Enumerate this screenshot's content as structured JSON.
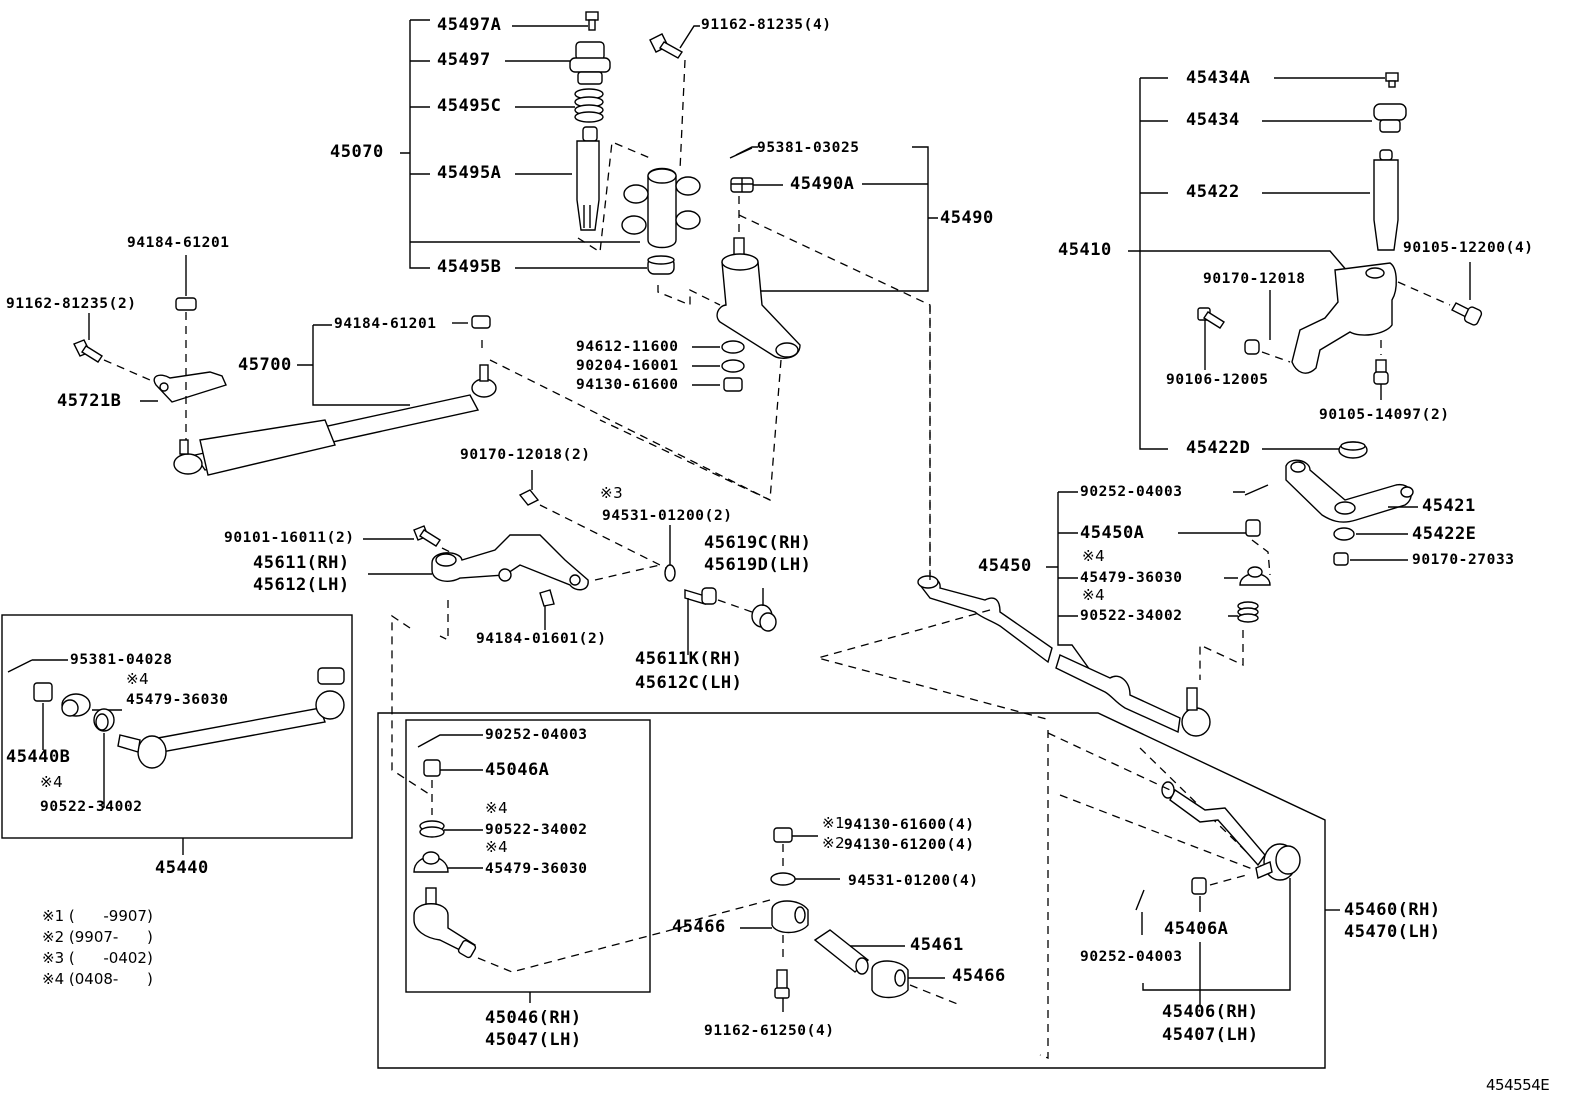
{
  "figure_code": "454554E",
  "groups": {
    "g45070": {
      "number": "45070",
      "children": [
        "45497A",
        "45497",
        "45495C",
        "45495A",
        "45495B"
      ]
    },
    "g45490": {
      "number": "45490",
      "children": [
        "95381-03025",
        "45490A"
      ]
    },
    "g45410": {
      "number": "45410",
      "children": [
        "45434A",
        "45434",
        "45422",
        "45422D"
      ]
    },
    "g45700": {
      "number": "45700",
      "children": [
        "94184-61201"
      ]
    },
    "g45450": {
      "number": "45450",
      "children": [
        "90252-04003",
        "45450A",
        "45479-36030",
        "90522-34002"
      ]
    },
    "g45440": {
      "number": "45440"
    },
    "g45046": {
      "number": "45046 (RH) / 45047 (LH)"
    },
    "g45460": {
      "number": "45460 (RH) / 45470 (LH)"
    }
  },
  "labels": {
    "p45497A": "45497A",
    "p45497": "45497",
    "p45495C": "45495C",
    "p45070": "45070",
    "p45495A": "45495A",
    "p45495B": "45495B",
    "p91162_81235_4": "91162-81235(4)",
    "p95381_03025": "95381-03025",
    "p45490A": "45490A",
    "p45490": "45490",
    "p94612_11600": "94612-11600",
    "p90204_16001": "90204-16001",
    "p94130_61600": "94130-61600",
    "p94184_61201_a": "94184-61201",
    "p91162_81235_2": "91162-81235(2)",
    "p94184_61201_b": "94184-61201",
    "p45700": "45700",
    "p45721B": "45721B",
    "p90170_12018_2": "90170-12018(2)",
    "p_note3": "※3",
    "p94531_01200_2": "94531-01200(2)",
    "p90101_16011_2": "90101-16011(2)",
    "p45611_rh": "45611(RH)",
    "p45612_lh": "45612(LH)",
    "p45619C_rh": "45619C(RH)",
    "p45619D_lh": "45619D(LH)",
    "p94184_01601_2": "94184-01601(2)",
    "p45611K_rh": "45611K(RH)",
    "p45612C_lh": "45612C(LH)",
    "p45434A": "45434A",
    "p45434": "45434",
    "p45422": "45422",
    "p45410": "45410",
    "p90105_12200_4": "90105-12200(4)",
    "p90170_12018": "90170-12018",
    "p90106_12005": "90106-12005",
    "p90105_14097_2": "90105-14097(2)",
    "p45422D": "45422D",
    "p45421": "45421",
    "p45422E": "45422E",
    "p90170_27033": "90170-27033",
    "p90252_04003_a": "90252-04003",
    "p45450A": "45450A",
    "p45450": "45450",
    "p_note4_a": "※4",
    "p45479_36030_a": "45479-36030",
    "p_note4_b": "※4",
    "p90522_34002_a": "90522-34002",
    "p95381_04028": "95381-04028",
    "p_note4_c": "※4",
    "p45479_36030_b": "45479-36030",
    "p45440B": "45440B",
    "p_note4_d": "※4",
    "p90522_34002_b": "90522-34002",
    "p45440": "45440",
    "p90252_04003_b": "90252-04003",
    "p45046A": "45046A",
    "p_note4_e": "※4",
    "p90522_34002_c": "90522-34002",
    "p_note4_f": "※4",
    "p45479_36030_c": "45479-36030",
    "p45046_rh": "45046(RH)",
    "p45047_lh": "45047(LH)",
    "p_note1": "※1",
    "p94130_61600_4": "94130-61600(4)",
    "p_note2": "※2",
    "p94130_61200_4": "94130-61200(4)",
    "p94531_01200_4": "94531-01200(4)",
    "p45466_a": "45466",
    "p45461": "45461",
    "p45466_b": "45466",
    "p91162_61250_4": "91162-61250(4)",
    "p90252_04003_c": "90252-04003",
    "p45406A": "45406A",
    "p45406_rh": "45406(RH)",
    "p45407_lh": "45407(LH)",
    "p45460_rh": "45460(RH)",
    "p45470_lh": "45470(LH)"
  },
  "legend": [
    {
      "mark": "※1",
      "range": "(      -9907)"
    },
    {
      "mark": "※2",
      "range": "(9907-      )"
    },
    {
      "mark": "※3",
      "range": "(      -0402)"
    },
    {
      "mark": "※4",
      "range": "(0408-      )"
    }
  ]
}
